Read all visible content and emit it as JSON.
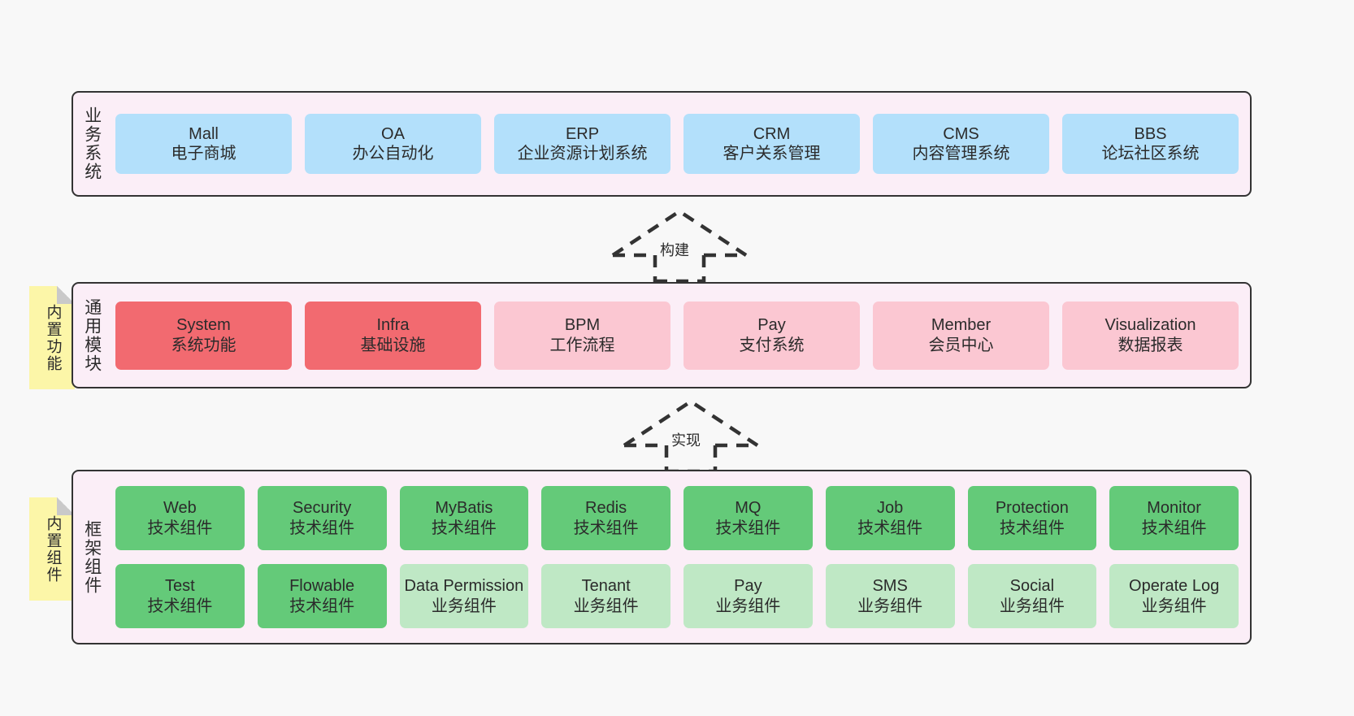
{
  "diagram": {
    "layers": [
      {
        "id": "business",
        "title": "业务系统",
        "rows": [
          {
            "boxes": [
              {
                "name": "Mall",
                "desc": "电子商城",
                "color": "blue"
              },
              {
                "name": "OA",
                "desc": "办公自动化",
                "color": "blue"
              },
              {
                "name": "ERP",
                "desc": "企业资源计划系统",
                "color": "blue"
              },
              {
                "name": "CRM",
                "desc": "客户关系管理",
                "color": "blue"
              },
              {
                "name": "CMS",
                "desc": "内容管理系统",
                "color": "blue"
              },
              {
                "name": "BBS",
                "desc": "论坛社区系统",
                "color": "blue"
              }
            ]
          }
        ]
      },
      {
        "id": "common",
        "title": "通用模块",
        "note": "内置功能",
        "rows": [
          {
            "boxes": [
              {
                "name": "System",
                "desc": "系统功能",
                "color": "red"
              },
              {
                "name": "Infra",
                "desc": "基础设施",
                "color": "red"
              },
              {
                "name": "BPM",
                "desc": "工作流程",
                "color": "pink"
              },
              {
                "name": "Pay",
                "desc": "支付系统",
                "color": "pink"
              },
              {
                "name": "Member",
                "desc": "会员中心",
                "color": "pink"
              },
              {
                "name": "Visualization",
                "desc": "数据报表",
                "color": "pink"
              }
            ]
          }
        ]
      },
      {
        "id": "frame",
        "title": "框架组件",
        "note": "内置组件",
        "rows": [
          {
            "boxes": [
              {
                "name": "Web",
                "desc": "技术组件",
                "color": "green"
              },
              {
                "name": "Security",
                "desc": "技术组件",
                "color": "green"
              },
              {
                "name": "MyBatis",
                "desc": "技术组件",
                "color": "green"
              },
              {
                "name": "Redis",
                "desc": "技术组件",
                "color": "green"
              },
              {
                "name": "MQ",
                "desc": "技术组件",
                "color": "green"
              },
              {
                "name": "Job",
                "desc": "技术组件",
                "color": "green"
              },
              {
                "name": "Protection",
                "desc": "技术组件",
                "color": "green"
              },
              {
                "name": "Monitor",
                "desc": "技术组件",
                "color": "green"
              }
            ]
          },
          {
            "boxes": [
              {
                "name": "Test",
                "desc": "技术组件",
                "color": "green"
              },
              {
                "name": "Flowable",
                "desc": "技术组件",
                "color": "green"
              },
              {
                "name": "Data Permission",
                "desc": "业务组件",
                "color": "lgreen"
              },
              {
                "name": "Tenant",
                "desc": "业务组件",
                "color": "lgreen"
              },
              {
                "name": "Pay",
                "desc": "业务组件",
                "color": "lgreen"
              },
              {
                "name": "SMS",
                "desc": "业务组件",
                "color": "lgreen"
              },
              {
                "name": "Social",
                "desc": "业务组件",
                "color": "lgreen"
              },
              {
                "name": "Operate Log",
                "desc": "业务组件",
                "color": "lgreen"
              }
            ]
          }
        ]
      }
    ],
    "arrows": [
      {
        "id": "build",
        "label": "构建"
      },
      {
        "id": "impl",
        "label": "实现"
      }
    ],
    "colors": {
      "background": "#f8f8f8",
      "layer_fill": "#fbeef7",
      "layer_border": "#333333",
      "note_fill": "#fcf6a8",
      "blue": "#b3e0fb",
      "red": "#f26a70",
      "pink": "#fbc7d2",
      "green": "#64ca79",
      "light_green": "#bfe8c5",
      "text": "#2b2b2b"
    }
  }
}
